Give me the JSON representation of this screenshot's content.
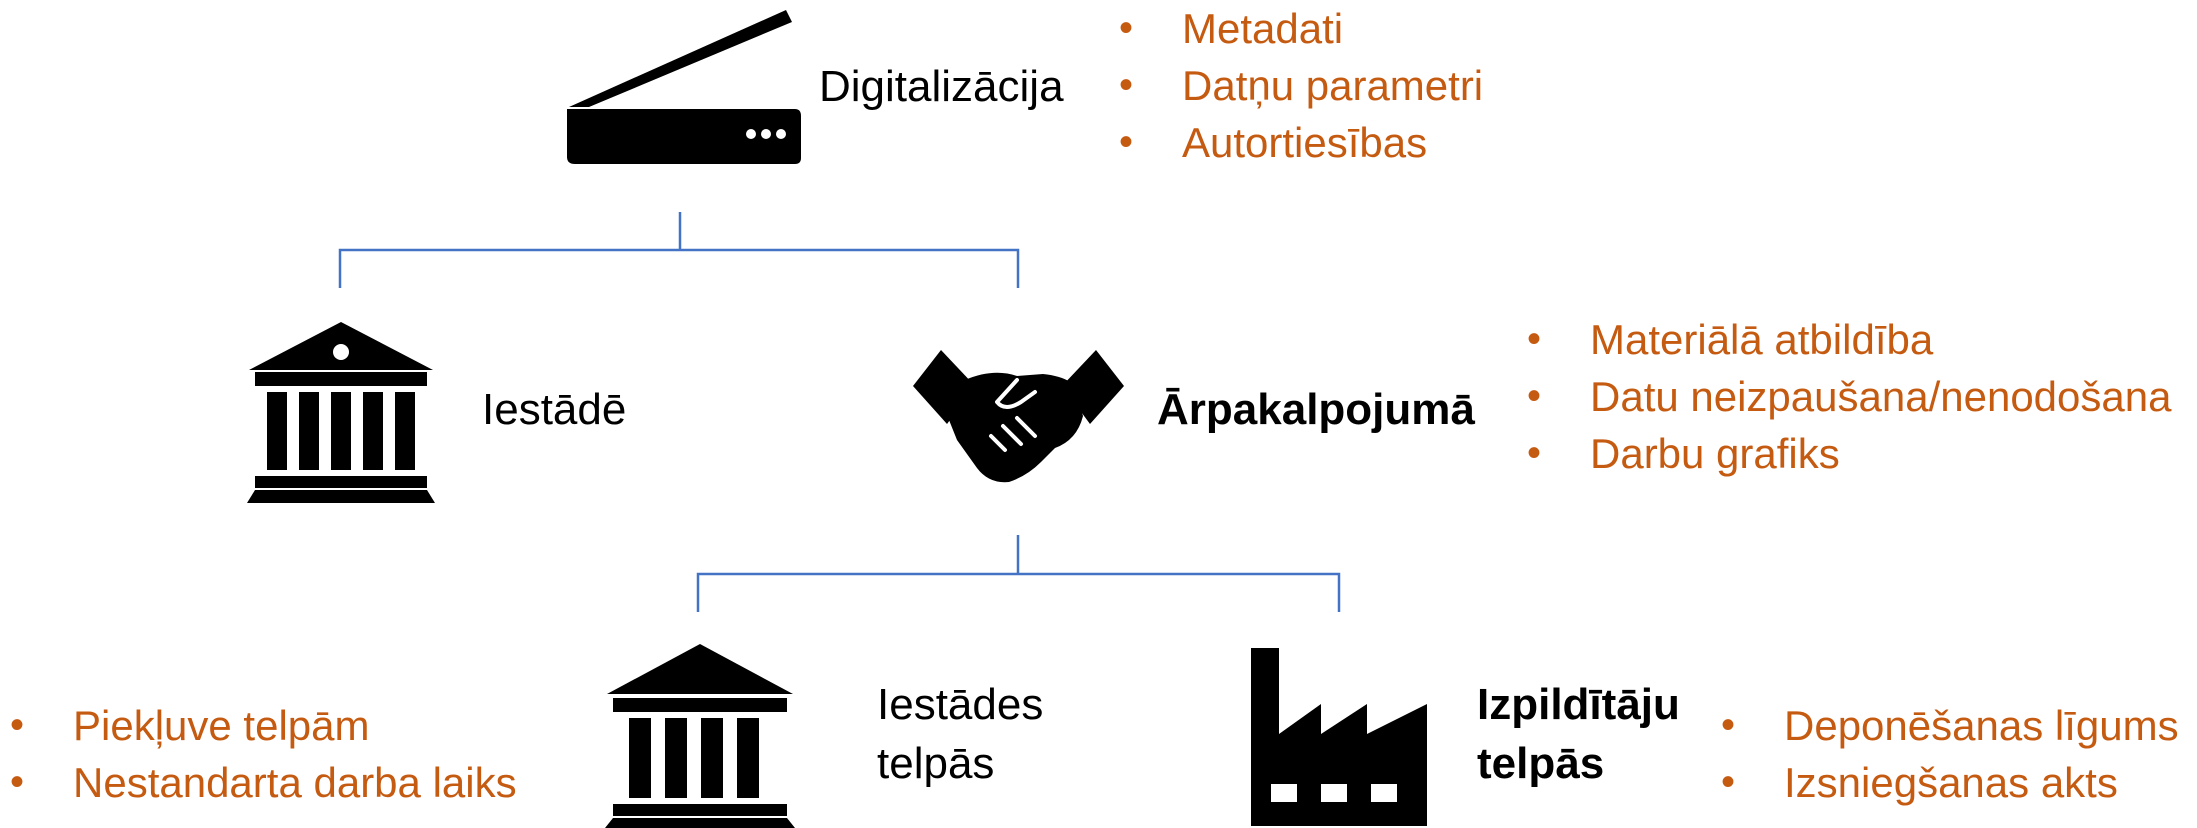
{
  "colors": {
    "connector": "#4472c4",
    "bullet_text": "#c55a11",
    "label_text": "#000000",
    "icon": "#000000"
  },
  "top": {
    "icon": "scanner-icon",
    "label": "Digitalizācija",
    "bullets": [
      "Metadati",
      "Datņu parametri",
      "Autortiesības"
    ]
  },
  "left_branch": {
    "icon": "institution-building-icon",
    "label": "Iestādē"
  },
  "right_branch": {
    "icon": "handshake-icon",
    "label": "Ārpakalpojumā",
    "bullets": [
      "Materiālā atbildība",
      "Datu neizpaušana/nenodošana",
      "Darbu grafiks"
    ]
  },
  "bottom_left": {
    "icon": "institution-building-icon",
    "label_line1": "Iestādes",
    "label_line2": "telpās",
    "bullets": [
      "Piekļuve telpām",
      "Nestandarta darba laiks"
    ]
  },
  "bottom_right": {
    "icon": "factory-icon",
    "label_line1": "Izpildītāju",
    "label_line2": "telpās",
    "bullets": [
      "Deponēšanas līgums",
      "Izsniegšanas akts"
    ]
  }
}
